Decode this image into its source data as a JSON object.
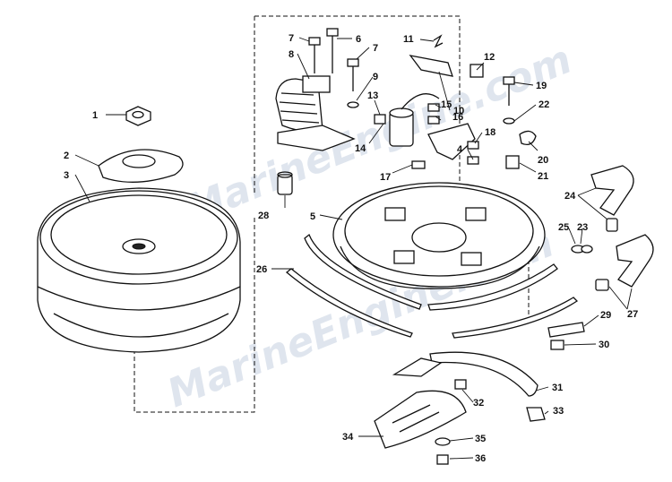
{
  "watermark": {
    "text": "MarineEngine.com",
    "color": "#b9c7da"
  },
  "parts": [
    {
      "num": "1"
    },
    {
      "num": "2"
    },
    {
      "num": "3"
    },
    {
      "num": "4"
    },
    {
      "num": "5"
    },
    {
      "num": "6"
    },
    {
      "num": "7"
    },
    {
      "num": "7"
    },
    {
      "num": "8"
    },
    {
      "num": "9"
    },
    {
      "num": "10"
    },
    {
      "num": "11"
    },
    {
      "num": "12"
    },
    {
      "num": "13"
    },
    {
      "num": "14"
    },
    {
      "num": "15"
    },
    {
      "num": "16"
    },
    {
      "num": "17"
    },
    {
      "num": "18"
    },
    {
      "num": "19"
    },
    {
      "num": "20"
    },
    {
      "num": "21"
    },
    {
      "num": "22"
    },
    {
      "num": "23"
    },
    {
      "num": "24"
    },
    {
      "num": "25"
    },
    {
      "num": "26"
    },
    {
      "num": "27"
    },
    {
      "num": "28"
    },
    {
      "num": "29"
    },
    {
      "num": "30"
    },
    {
      "num": "31"
    },
    {
      "num": "32"
    },
    {
      "num": "33"
    },
    {
      "num": "34"
    },
    {
      "num": "35"
    },
    {
      "num": "36"
    }
  ]
}
